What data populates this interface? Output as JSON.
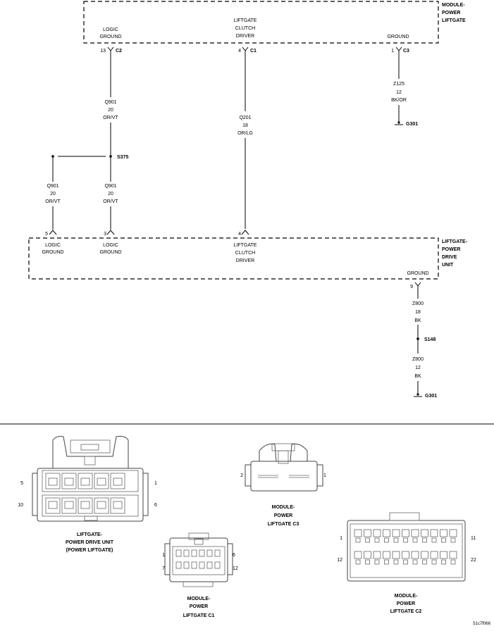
{
  "modules": {
    "module_power_liftgate": {
      "name": [
        "MODULE-",
        "POWER",
        "LIFTGATE"
      ]
    },
    "liftgate_power_drive_unit": {
      "name": [
        "LIFTGATE-",
        "POWER",
        "DRIVE",
        "UNIT"
      ]
    }
  },
  "pins_top": [
    {
      "func": [
        "LOGIC",
        "GROUND"
      ],
      "pin": "13",
      "conn": "C2"
    },
    {
      "func": [
        "LIFTGATE",
        "CLUTCH",
        "DRIVER"
      ],
      "pin": "4",
      "conn": "C1"
    },
    {
      "func": [
        "GROUND"
      ],
      "pin": "1",
      "conn": "C3"
    }
  ],
  "pins_bottom": [
    {
      "func": [
        "LOGIC",
        "GROUND"
      ],
      "pin": "5"
    },
    {
      "func": [
        "LOGIC",
        "GROUND"
      ],
      "pin": "3"
    },
    {
      "func": [
        "LIFTGATE",
        "CLUTCH",
        "DRIVER"
      ],
      "pin": "4"
    },
    {
      "func": [
        "GROUND"
      ],
      "pin": "9"
    }
  ],
  "wires": {
    "q901_top": [
      "Q901",
      "20",
      "OR/VT"
    ],
    "q901_left": [
      "Q901",
      "20",
      "OR/VT"
    ],
    "q901_mid": [
      "Q901",
      "20",
      "OR/VT"
    ],
    "q201": [
      "Q201",
      "18",
      "OR/LG"
    ],
    "z125": [
      "Z125",
      "12",
      "BK/OR"
    ],
    "z800_a": [
      "Z800",
      "18",
      "BK"
    ],
    "z800_b": [
      "Z800",
      "12",
      "BK"
    ]
  },
  "splices": {
    "s375": "S375",
    "s148": "S148"
  },
  "grounds": {
    "g301_a": "G301",
    "g301_b": "G301"
  },
  "connectors": {
    "pdu": {
      "caption": [
        "LIFTGATE-",
        "POWER DRIVE UNIT",
        "(POWER LIFTGATE)"
      ],
      "pins": [
        "5",
        "1",
        "10",
        "6"
      ]
    },
    "c1": {
      "caption": [
        "MODULE-",
        "POWER",
        "LIFTGATE C1"
      ],
      "pins": [
        "1",
        "6",
        "7",
        "12"
      ]
    },
    "c3": {
      "caption": [
        "MODULE-",
        "POWER",
        "LIFTGATE C3"
      ],
      "pins": [
        "2",
        "1"
      ]
    },
    "c2": {
      "caption": [
        "MODULE-",
        "POWER",
        "LIFTGATE C2"
      ],
      "pins": [
        "1",
        "11",
        "12",
        "22"
      ]
    }
  },
  "figure_id": "51c7f066"
}
